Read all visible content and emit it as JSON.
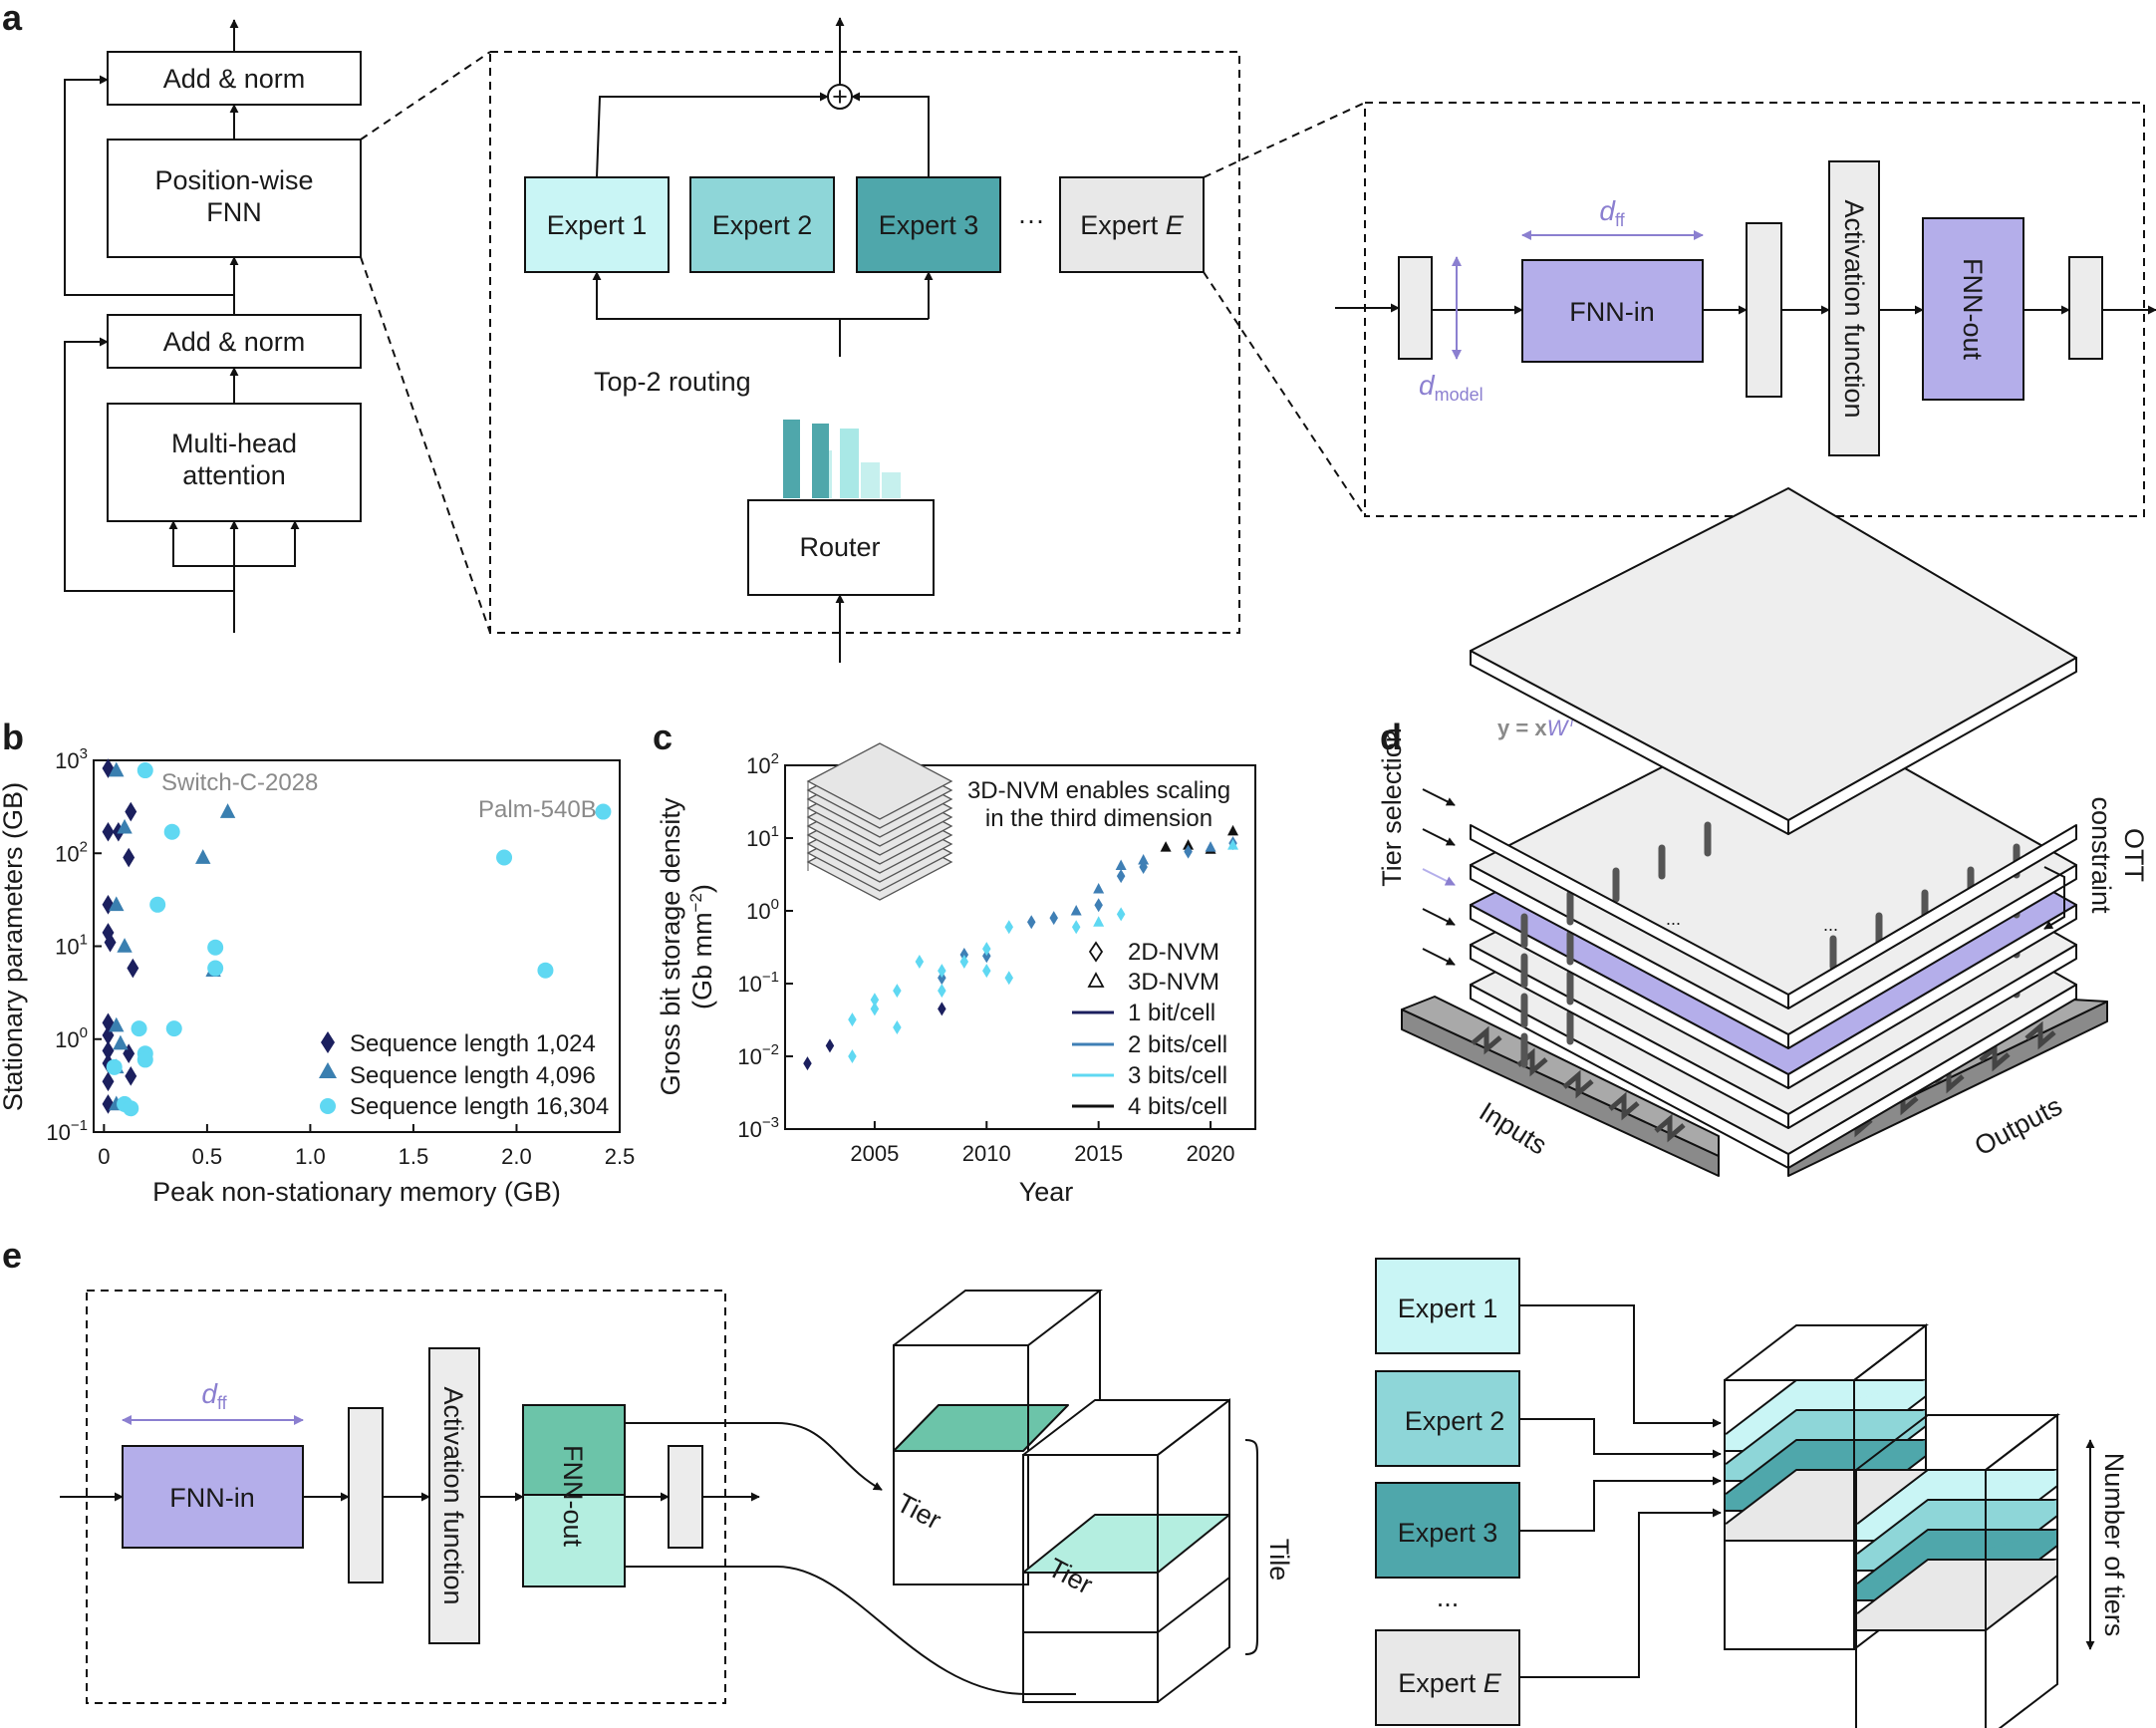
{
  "panels": {
    "a": "a",
    "b": "b",
    "c": "c",
    "d": "d",
    "e": "e"
  },
  "a": {
    "add_norm": "Add & norm",
    "pwf_line1": "Position-wise",
    "pwf_line2": "FNN",
    "mha_line1": "Multi-head",
    "mha_line2": "attention",
    "experts": [
      "Expert 1",
      "Expert 2",
      "Expert 3"
    ],
    "expert_e_prefix": "Expert ",
    "expert_e_var": "E",
    "ellipsis": "···",
    "routing": "Top-2 routing",
    "router": "Router",
    "plus": "+",
    "d_ff_main": "d",
    "d_ff_sub": "ff",
    "d_model_main": "d",
    "d_model_sub": "model",
    "fnn_in": "FNN-in",
    "activation": "Activation function",
    "fnn_out": "FNN-out",
    "colors": {
      "expert1": "#c9f5f5",
      "expert2": "#8ed6d8",
      "expert3": "#4fa7ab",
      "expertE": "#e8e8e8",
      "fnn": "#b4aeea",
      "gray": "#ececec"
    }
  },
  "chart_b": {
    "xlabel": "Peak non-stationary memory (GB)",
    "ylabel": "Stationary parameters (GB)",
    "xticks": [
      "0",
      "0.5",
      "1.0",
      "1.5",
      "2.0",
      "2.5"
    ],
    "yticks": [
      {
        "base": "10",
        "exp": "3"
      },
      {
        "base": "10",
        "exp": "2"
      },
      {
        "base": "10",
        "exp": "1"
      },
      {
        "base": "10",
        "exp": "0"
      },
      {
        "base": "10",
        "exp": "−1"
      }
    ],
    "annotations": [
      "Switch-C-2028",
      "Palm-540B"
    ],
    "legend": [
      "Sequence length 1,024",
      "Sequence length 4,096",
      "Sequence length 16,304"
    ]
  },
  "chart_c": {
    "xlabel": "Year",
    "ylabel_line1": "Gross bit storage density",
    "ylabel_line2": "(Gb mm",
    "ylabel_exp": "−2",
    "ylabel_close": ")",
    "xticks": [
      "2005",
      "2010",
      "2015",
      "2020"
    ],
    "yticks": [
      {
        "base": "10",
        "exp": "2"
      },
      {
        "base": "10",
        "exp": "1"
      },
      {
        "base": "10",
        "exp": "0"
      },
      {
        "base": "10",
        "exp": "−1"
      },
      {
        "base": "10",
        "exp": "−2"
      },
      {
        "base": "10",
        "exp": "−3"
      }
    ],
    "note_line1": "3D-NVM enables scaling",
    "note_line2": "in the third dimension",
    "legend_markers": [
      "2D-NVM",
      "3D-NVM"
    ],
    "legend_lines": [
      "1 bit/cell",
      "2 bits/cell",
      "3 bits/cell",
      "4 bits/cell"
    ],
    "colors": {
      "1bit": "#1b1f5e",
      "2bit": "#3f7fb5",
      "3bit": "#5fd8f2",
      "4bit": "#111111"
    }
  },
  "chart_data": [
    {
      "type": "scatter",
      "xlabel": "Peak non-stationary memory (GB)",
      "ylabel": "Stationary parameters (GB)",
      "xlim": [
        -0.05,
        2.5
      ],
      "ylim": [
        0.1,
        1000
      ],
      "yscale": "log",
      "series": [
        {
          "name": "Sequence length 1,024",
          "marker": "diamond",
          "color": "#1b1f5e",
          "points": [
            [
              0.02,
              820
            ],
            [
              0.02,
              170
            ],
            [
              0.02,
              28
            ],
            [
              0.02,
              14
            ],
            [
              0.03,
              11
            ],
            [
              0.02,
              1.5
            ],
            [
              0.02,
              1.1
            ],
            [
              0.02,
              0.75
            ],
            [
              0.02,
              0.55
            ],
            [
              0.02,
              0.35
            ],
            [
              0.02,
              0.2
            ],
            [
              0.07,
              170
            ],
            [
              0.13,
              280
            ],
            [
              0.12,
              90
            ],
            [
              0.14,
              5.8
            ],
            [
              0.12,
              0.7
            ],
            [
              0.13,
              0.4
            ]
          ]
        },
        {
          "name": "Sequence length 4,096",
          "marker": "triangle",
          "color": "#3a7fb0",
          "points": [
            [
              0.06,
              780
            ],
            [
              0.1,
              190
            ],
            [
              0.06,
              28
            ],
            [
              0.1,
              10
            ],
            [
              0.06,
              1.4
            ],
            [
              0.08,
              0.9
            ],
            [
              0.06,
              0.5
            ],
            [
              0.06,
              0.2
            ],
            [
              0.48,
              90
            ],
            [
              0.6,
              280
            ],
            [
              0.53,
              5.5
            ]
          ]
        },
        {
          "name": "Sequence length 16,304",
          "marker": "circle",
          "color": "#5fd8f2",
          "points": [
            [
              0.2,
              780
            ],
            [
              0.33,
              170
            ],
            [
              0.26,
              28
            ],
            [
              0.34,
              1.3
            ],
            [
              0.54,
              9.7
            ],
            [
              0.54,
              5.8
            ],
            [
              0.17,
              1.3
            ],
            [
              0.2,
              0.7
            ],
            [
              0.2,
              0.6
            ],
            [
              0.1,
              0.2
            ],
            [
              0.13,
              0.18
            ],
            [
              0.05,
              0.5
            ],
            [
              1.94,
              90
            ],
            [
              2.14,
              5.5
            ],
            [
              2.42,
              280
            ]
          ]
        }
      ],
      "annotations": [
        {
          "text": "Switch-C-2028",
          "x": 0.02,
          "y": 820
        },
        {
          "text": "Palm-540B",
          "x": 2.42,
          "y": 280
        }
      ]
    },
    {
      "type": "scatter",
      "xlabel": "Year",
      "ylabel": "Gross bit storage density (Gb mm−2)",
      "xlim": [
        2001,
        2022
      ],
      "ylim": [
        0.001,
        100
      ],
      "yscale": "log",
      "series": [
        {
          "name": "2D-NVM",
          "marker": "diamond",
          "color": "#1b1f5e",
          "points": [
            [
              2002,
              0.008
            ],
            [
              2003,
              0.014
            ],
            [
              2008,
              0.045
            ]
          ]
        },
        {
          "name": "3D-NVM",
          "marker": "triangle",
          "color": "#111111",
          "points": [
            [
              2018,
              7.5
            ],
            [
              2019,
              8
            ],
            [
              2020,
              7
            ],
            [
              2021,
              12.5
            ]
          ]
        },
        {
          "name": "2 bits/cell",
          "marker": "mixed",
          "color": "#3f7fb5",
          "points": [
            [
              2008,
              0.12
            ],
            [
              2009,
              0.25
            ],
            [
              2010,
              0.24
            ],
            [
              2012,
              0.7
            ],
            [
              2013,
              0.8
            ],
            [
              2014,
              1.0
            ],
            [
              2015,
              1.2
            ],
            [
              2015,
              2.0
            ],
            [
              2016,
              3.0
            ],
            [
              2016,
              4.2
            ],
            [
              2017,
              4.0
            ],
            [
              2017,
              5.0
            ],
            [
              2019,
              6.5
            ],
            [
              2020,
              7.5
            ],
            [
              2021,
              8.5
            ]
          ]
        },
        {
          "name": "3 bits/cell",
          "marker": "mixed",
          "color": "#5fd8f2",
          "points": [
            [
              2004,
              0.01
            ],
            [
              2004,
              0.032
            ],
            [
              2005,
              0.045
            ],
            [
              2005,
              0.06
            ],
            [
              2006,
              0.025
            ],
            [
              2006,
              0.08
            ],
            [
              2007,
              0.2
            ],
            [
              2008,
              0.08
            ],
            [
              2008,
              0.15
            ],
            [
              2009,
              0.2
            ],
            [
              2010,
              0.15
            ],
            [
              2010,
              0.3
            ],
            [
              2011,
              0.12
            ],
            [
              2011,
              0.6
            ],
            [
              2014,
              0.6
            ],
            [
              2015,
              0.7
            ],
            [
              2016,
              0.9
            ],
            [
              2021,
              8
            ]
          ]
        }
      ],
      "annotations": [
        {
          "text": "3D-NVM enables scaling in the third dimension"
        }
      ]
    }
  ],
  "d": {
    "eq_y": "y",
    "eq_mid": " = ",
    "eq_x": "x",
    "eq_w": "W",
    "eq_t": "T",
    "tier_selection": "Tier selection",
    "ott_line1": "OTT",
    "ott_line2": "constraint",
    "inputs": "Inputs",
    "outputs": "Outputs",
    "dots": "..."
  },
  "e": {
    "d_ff_main": "d",
    "d_ff_sub": "ff",
    "fnn_in": "FNN-in",
    "activation": "Activation function",
    "fnn_out": "FNN-out",
    "tier": "Tier",
    "tile": "Tile",
    "experts": [
      "Expert 1",
      "Expert 2",
      "Expert 3"
    ],
    "expert_e_prefix": "Expert ",
    "expert_e_var": "E",
    "dots": "...",
    "num_tiers": "Number of tiers",
    "colors": {
      "tier_dark": "#6cc4a9",
      "tier_light": "#b4eee0"
    }
  }
}
